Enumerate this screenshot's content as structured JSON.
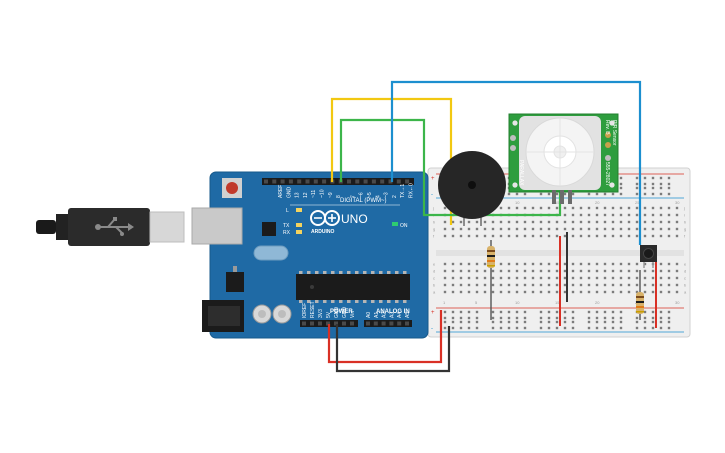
{
  "arduino": {
    "brand": "ARDUINO",
    "model": "UNO",
    "digital_label": "DIGITAL (PWM~)",
    "power_label": "POWER",
    "analog_label": "ANALOG IN",
    "on_label": "ON",
    "l_label": "L",
    "tx_label": "TX",
    "rx_label": "RX",
    "digital_pins": [
      "AREF",
      "GND",
      "13",
      "12",
      "~11",
      "~10",
      "~9",
      "8",
      "7",
      "~6",
      "~5",
      "4",
      "~3",
      "2",
      "TX→1",
      "RX←0"
    ],
    "power_pins": [
      "IOREF",
      "RESET",
      "3V3",
      "5V",
      "GND",
      "GND",
      "Vin"
    ],
    "analog_pins": [
      "A0",
      "A1",
      "A2",
      "A3",
      "A4",
      "A5"
    ]
  },
  "pir": {
    "label_1": "PIR Sensor",
    "label_2": "Rev. B",
    "label_3": "555-28027",
    "label_4": "PARALLAX"
  },
  "breadboard": {
    "columns": [
      "1",
      "5",
      "10",
      "15",
      "20",
      "25",
      "30"
    ],
    "rows": [
      "a",
      "b",
      "c",
      "d",
      "e",
      "f",
      "g",
      "h",
      "i",
      "j"
    ]
  },
  "colors": {
    "board": "#1f6aa5",
    "wire_yellow": "#f2c811",
    "wire_green": "#3cb54a",
    "wire_blue": "#1c8fcf",
    "wire_red": "#d93025",
    "wire_black": "#333333",
    "pcb_green": "#2e9d3e"
  }
}
